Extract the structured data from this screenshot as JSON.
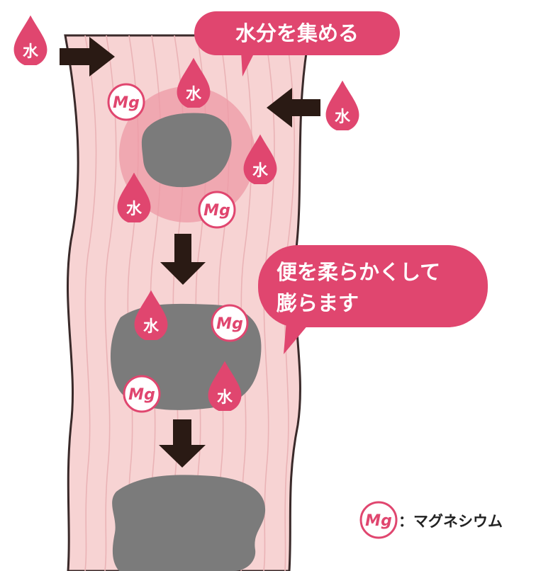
{
  "colors": {
    "intestine": "#f7d3d3",
    "intestine_edge": "#3a2a2a",
    "fold_lines": "#eab3b6",
    "halo": "#ee9aa6",
    "stool": "#7b7b7b",
    "accent": "#e0466f",
    "arrow": "#2a1a14"
  },
  "callouts": {
    "top": "水分を集める",
    "middle_line1": "便を柔らかくして",
    "middle_line2": "膨らます"
  },
  "water_label": "水",
  "mg_label": "Mg",
  "legend": {
    "symbol": "Mg",
    "text": "：マグネシウム"
  }
}
